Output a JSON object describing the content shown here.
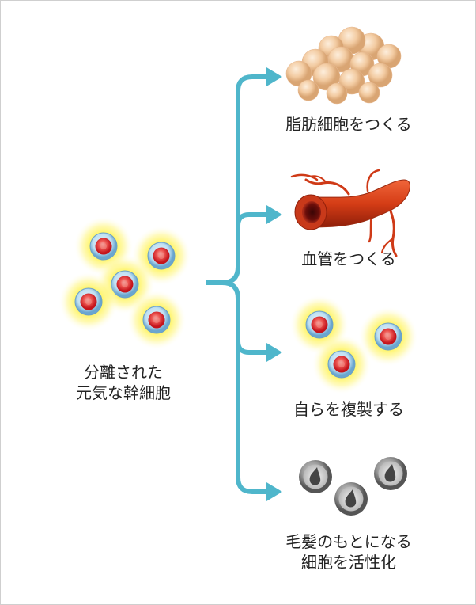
{
  "source": {
    "label_lines": [
      "分離された",
      "元気な幹細胞"
    ]
  },
  "outcomes": [
    {
      "id": "fat",
      "icon": "fat-cells-icon",
      "label_lines": [
        "脂肪細胞をつくる"
      ]
    },
    {
      "id": "vessel",
      "icon": "blood-vessel-icon",
      "label_lines": [
        "血管をつくる"
      ]
    },
    {
      "id": "self",
      "icon": "stem-cells-icon",
      "label_lines": [
        "自らを複製する"
      ]
    },
    {
      "id": "hair",
      "icon": "hair-follicle-cells-icon",
      "label_lines": [
        "毛髪のもとになる",
        "細胞を活性化"
      ]
    }
  ],
  "colors": {
    "arrow": "#4fb6cb",
    "text": "#222222",
    "glow": "#fff23a",
    "cell_ring": "#7ab8dd",
    "cell_nucleus": "#d8202a",
    "fat": "#f2caa0",
    "vessel": "#cf3a17",
    "hair_cell": "#8a8a8a"
  }
}
